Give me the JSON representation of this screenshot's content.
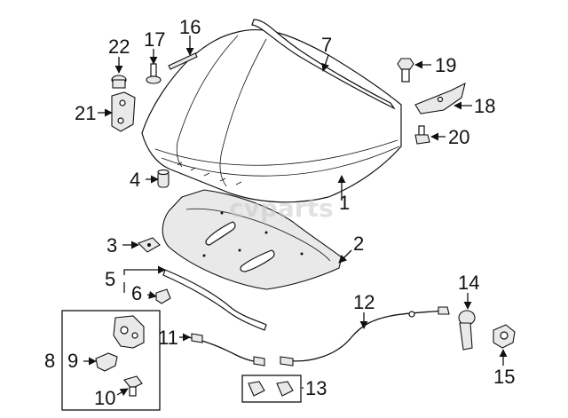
{
  "watermark": "cvparts",
  "callouts": [
    {
      "id": "label-1",
      "text": "1"
    },
    {
      "id": "label-2",
      "text": "2"
    },
    {
      "id": "label-3",
      "text": "3"
    },
    {
      "id": "label-4",
      "text": "4"
    },
    {
      "id": "label-5",
      "text": "5"
    },
    {
      "id": "label-6",
      "text": "6"
    },
    {
      "id": "label-7",
      "text": "7"
    },
    {
      "id": "label-8",
      "text": "8"
    },
    {
      "id": "label-9",
      "text": "9"
    },
    {
      "id": "label-10",
      "text": "10"
    },
    {
      "id": "label-11",
      "text": "11"
    },
    {
      "id": "label-12",
      "text": "12"
    },
    {
      "id": "label-13",
      "text": "13"
    },
    {
      "id": "label-14",
      "text": "14"
    },
    {
      "id": "label-15",
      "text": "15"
    },
    {
      "id": "label-16",
      "text": "16"
    },
    {
      "id": "label-17",
      "text": "17"
    },
    {
      "id": "label-18",
      "text": "18"
    },
    {
      "id": "label-19",
      "text": "19"
    },
    {
      "id": "label-20",
      "text": "20"
    },
    {
      "id": "label-21",
      "text": "21"
    },
    {
      "id": "label-22",
      "text": "22"
    }
  ]
}
